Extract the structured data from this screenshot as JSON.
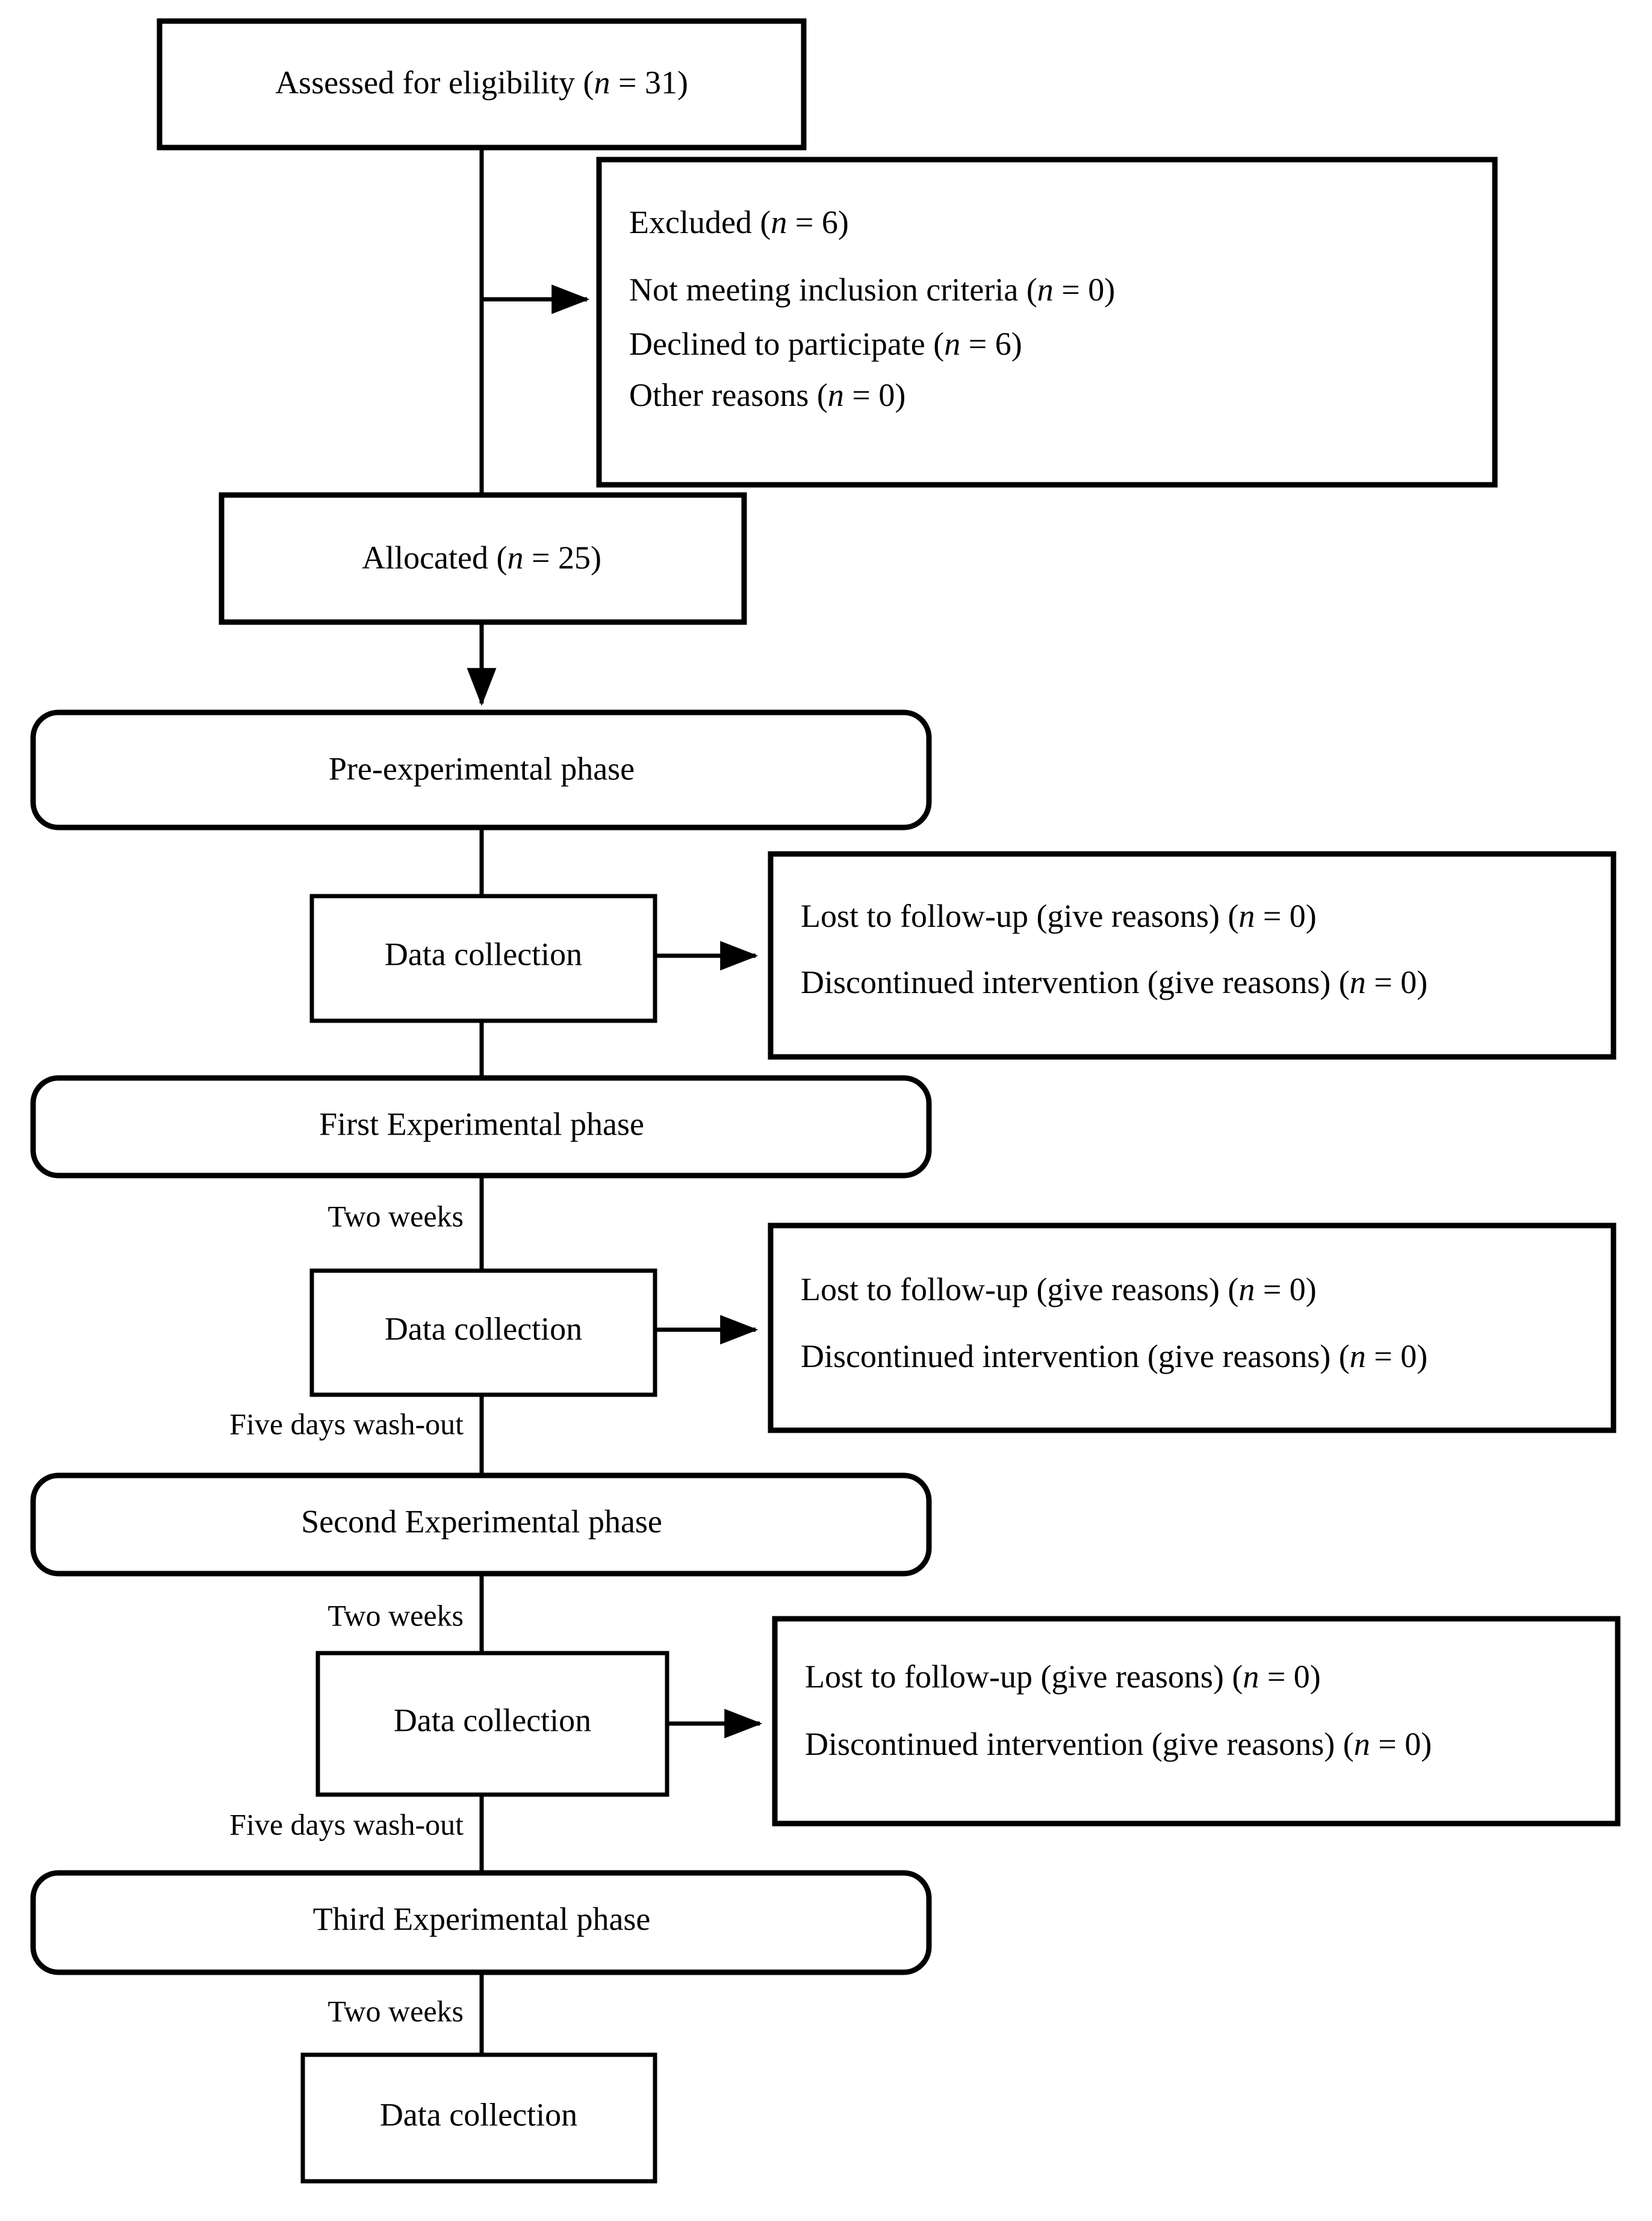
{
  "diagram": {
    "title": "CONSORT-style participant flow diagram",
    "type": "flowchart",
    "background_color": "#ffffff",
    "line_color": "#000000",
    "text_color": "#000000"
  },
  "nodes": {
    "assessed": {
      "shape": "rectangle",
      "text_prefix": "Assessed for eligibility (",
      "text_italic": "n",
      "text_suffix": " = 31)"
    },
    "excluded": {
      "shape": "rectangle",
      "lines": [
        {
          "prefix": "Excluded (",
          "italic": "n",
          "suffix": " = 6)"
        },
        {
          "prefix": "Not meeting inclusion criteria (",
          "italic": "n",
          "suffix": " = 0)"
        },
        {
          "prefix": "Declined to participate (",
          "italic": "n",
          "suffix": " = 6)"
        },
        {
          "prefix": "Other reasons (",
          "italic": "n",
          "suffix": " = 0)"
        }
      ]
    },
    "allocated": {
      "shape": "rectangle",
      "text_prefix": "Allocated (",
      "text_italic": "n",
      "text_suffix": " = 25)"
    },
    "pre_phase": {
      "shape": "rounded-rectangle",
      "label": "Pre-experimental phase"
    },
    "data_collection_1": {
      "shape": "rectangle",
      "label": "Data collection"
    },
    "lost_1": {
      "shape": "rectangle",
      "lines": [
        {
          "prefix": "Lost to follow-up (give reasons) (",
          "italic": "n",
          "suffix": " = 0)"
        },
        {
          "prefix": "Discontinued intervention (give reasons) (",
          "italic": "n",
          "suffix": " = 0)"
        }
      ]
    },
    "first_phase": {
      "shape": "rounded-rectangle",
      "label": "First Experimental phase"
    },
    "data_collection_2": {
      "shape": "rectangle",
      "label": "Data collection"
    },
    "lost_2": {
      "shape": "rectangle",
      "lines": [
        {
          "prefix": "Lost to follow-up (give reasons) (",
          "italic": "n",
          "suffix": " = 0)"
        },
        {
          "prefix": "Discontinued intervention (give reasons) (",
          "italic": "n",
          "suffix": " = 0)"
        }
      ]
    },
    "second_phase": {
      "shape": "rounded-rectangle",
      "label": "Second Experimental phase"
    },
    "data_collection_3": {
      "shape": "rectangle",
      "label": "Data collection"
    },
    "lost_3": {
      "shape": "rectangle",
      "lines": [
        {
          "prefix": "Lost to follow-up (give reasons) (",
          "italic": "n",
          "suffix": " = 0)"
        },
        {
          "prefix": "Discontinued intervention (give reasons) (",
          "italic": "n",
          "suffix": " = 0)"
        }
      ]
    },
    "third_phase": {
      "shape": "rounded-rectangle",
      "label": "Third Experimental phase"
    },
    "data_collection_4": {
      "shape": "rectangle",
      "label": "Data collection"
    }
  },
  "edge_labels": {
    "two_weeks_1": "Two weeks",
    "wash_out_1": "Five days wash-out",
    "two_weeks_2": "Two weeks",
    "wash_out_2": "Five days wash-out",
    "two_weeks_3": "Two weeks"
  }
}
